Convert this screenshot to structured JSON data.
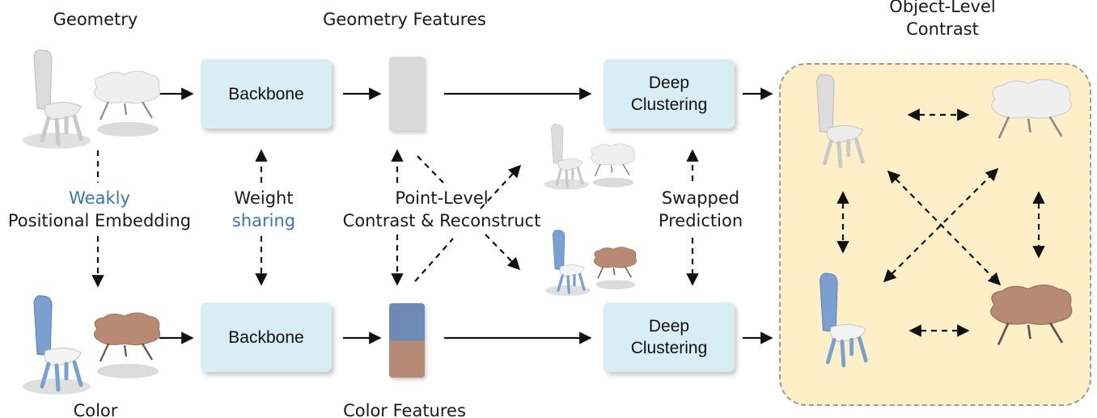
{
  "labels": {
    "geometry": "Geometry",
    "color": "Color",
    "geometry_features": "Geometry Features",
    "color_features": "Color Features",
    "object_level_line1": "Object-Level",
    "object_level_line2": "Contrast",
    "weakly": "Weakly",
    "positional_embedding": "Positional Embedding",
    "weight": "Weight",
    "sharing": "sharing",
    "point_level_line1": "Point-Level",
    "point_level_line2": "Contrast & Reconstruct",
    "swapped": "Swapped",
    "prediction": "Prediction"
  },
  "boxes": {
    "backbone_top": "Backbone",
    "backbone_bottom": "Backbone",
    "deep_clustering_top_line1": "Deep",
    "deep_clustering_top_line2": "Clustering",
    "deep_clustering_bottom_line1": "Deep",
    "deep_clustering_bottom_line2": "Clustering"
  },
  "colors": {
    "box_fill": "#d9edf4",
    "panel_fill": "#fdf0c8",
    "geometry_feature": "#d9d9d9",
    "color_feature_top": "#6f8bb5",
    "color_feature_bottom": "#b48a76",
    "accent_text": "#3a76aa",
    "chair_white": "#e6e6e6",
    "chair_blue": "#7a9fd1",
    "table_brown": "#b88a74"
  }
}
